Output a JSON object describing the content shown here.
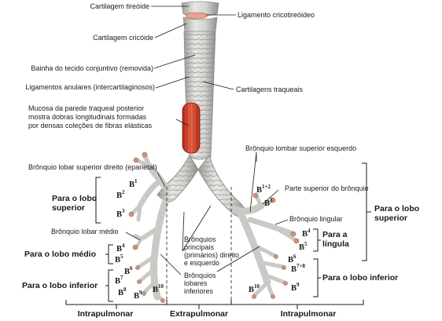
{
  "labels": {
    "cartilagem_tireoide": "Cartilagem tireóide",
    "ligamento_cricotireoideo": "Ligamento cricotireóideo",
    "cartilagem_cricoide": "Cartilagem cricóide",
    "bainha": "Bainha do tecido conjuntivo (removida)",
    "ligamentos_anulares": "Ligamentos anulares (intercartilaginosos)",
    "cartilagens_traqueais": "Cartilagens traqueais",
    "mucosa_line1": "Mucosa da parede traqueal posterior",
    "mucosa_line2": "mostra dobras longitudinais formadas",
    "mucosa_line3": "por densas coleções de fibras elásticas",
    "bronquio_lombar_sup_esq": "Brônquio lombar superior esquerdo",
    "bronquio_lobar_sup_dir": "Brônquio lobar superior direito (eparietal)",
    "parte_superior_bronquio": "Parte superior do brônquio",
    "bronquio_lingular": "Brônquio lingular",
    "bronquio_lobar_medio": "Brônquio lobar médio",
    "bronquios_principais_1": "Brônquios",
    "bronquios_principais_2": "principais",
    "bronquios_principais_3": "(primários) direito",
    "bronquios_principais_4": "e esquerdo",
    "bronquios_lobares_1": "Brônquios",
    "bronquios_lobares_2": "lobares",
    "bronquios_lobares_3": "inferiores"
  },
  "groups": {
    "para_lobo_superior_dir_1": "Para o lobo",
    "para_lobo_superior_dir_2": "superior",
    "para_lobo_medio": "Para o lobo médio",
    "para_lobo_inferior_dir": "Para o lobo inferior",
    "para_lobo_superior_esq_1": "Para o lobo",
    "para_lobo_superior_esq_2": "superior",
    "para_lingula_1": "Para a",
    "para_lingula_2": "língula",
    "para_lobo_inferior_esq": "Para o lobo inferior"
  },
  "segments": {
    "right_B1": "1",
    "right_B2": "2",
    "right_B3": "3",
    "right_B4": "4",
    "right_B5": "5",
    "right_B6": "6",
    "right_B7": "7",
    "right_B8": "8",
    "right_B9": "9",
    "right_B10": "10",
    "left_B12": "1+2",
    "left_B3": "3",
    "left_B4": "4",
    "left_B5": "5",
    "left_B6": "6",
    "left_B78": "7+8",
    "left_B9": "9",
    "left_B10": "10",
    "letter": "B"
  },
  "zones": {
    "intrapulmonar_dir": "Intrapulmonar",
    "extrapulmonar": "Extrapulmonar",
    "intrapulmonar_esq": "Intrapulmonar"
  },
  "colors": {
    "airway": "#d9d9d6",
    "airway_shade": "#a9a9a5",
    "mucosa": "#d9432b",
    "bronchiole_tip": "#e28a6a"
  }
}
